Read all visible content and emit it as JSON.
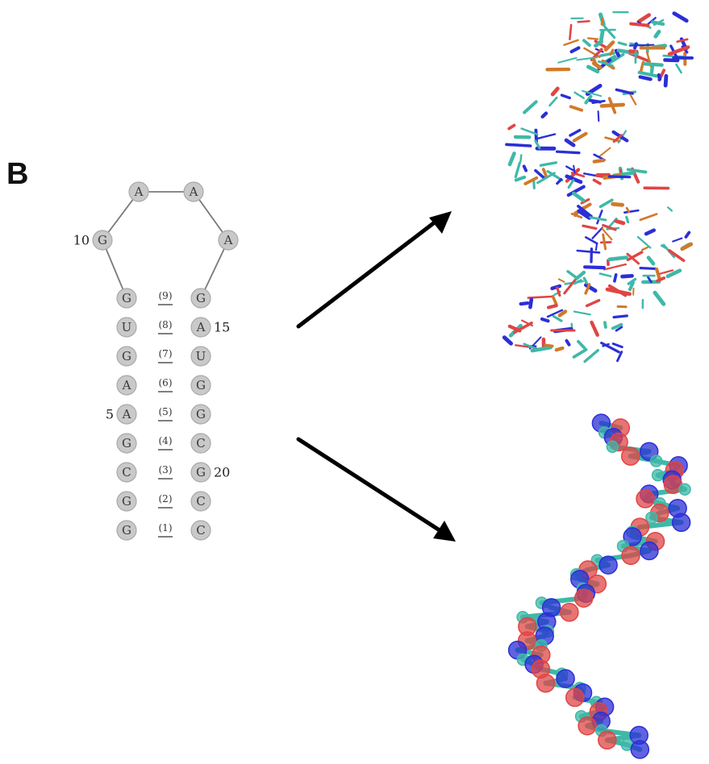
{
  "panel_label": "B",
  "hairpin": {
    "loop": [
      {
        "base": "G",
        "pos_label": "10"
      },
      {
        "base": "A",
        "pos_label": ""
      },
      {
        "base": "A",
        "pos_label": ""
      },
      {
        "base": "A",
        "pos_label": ""
      }
    ],
    "left_strand": [
      {
        "base": "G",
        "pos_label": ""
      },
      {
        "base": "U",
        "pos_label": ""
      },
      {
        "base": "G",
        "pos_label": ""
      },
      {
        "base": "A",
        "pos_label": ""
      },
      {
        "base": "A",
        "pos_label": "5"
      },
      {
        "base": "G",
        "pos_label": ""
      },
      {
        "base": "C",
        "pos_label": ""
      },
      {
        "base": "G",
        "pos_label": ""
      },
      {
        "base": "G",
        "pos_label": ""
      }
    ],
    "right_strand": [
      {
        "base": "G",
        "pos_label": ""
      },
      {
        "base": "A",
        "pos_label": "15"
      },
      {
        "base": "U",
        "pos_label": ""
      },
      {
        "base": "G",
        "pos_label": ""
      },
      {
        "base": "G",
        "pos_label": ""
      },
      {
        "base": "C",
        "pos_label": ""
      },
      {
        "base": "G",
        "pos_label": "20"
      },
      {
        "base": "C",
        "pos_label": ""
      },
      {
        "base": "C",
        "pos_label": ""
      }
    ],
    "pair_numbers": [
      "(9)",
      "(8)",
      "(7)",
      "(6)",
      "(5)",
      "(4)",
      "(3)",
      "(2)",
      "(1)"
    ]
  },
  "models": [
    {
      "name": "stick-model",
      "style": "stick"
    },
    {
      "name": "ball-and-stick-model",
      "style": "ball-and-stick"
    }
  ],
  "colors": {
    "carbon": "#3fb8a8",
    "nitrogen": "#2b2fd6",
    "oxygen": "#e04545",
    "phosphorus": "#d07a2a",
    "nucleotide_fill": "#c9c9c9",
    "arrow": "#000000"
  }
}
